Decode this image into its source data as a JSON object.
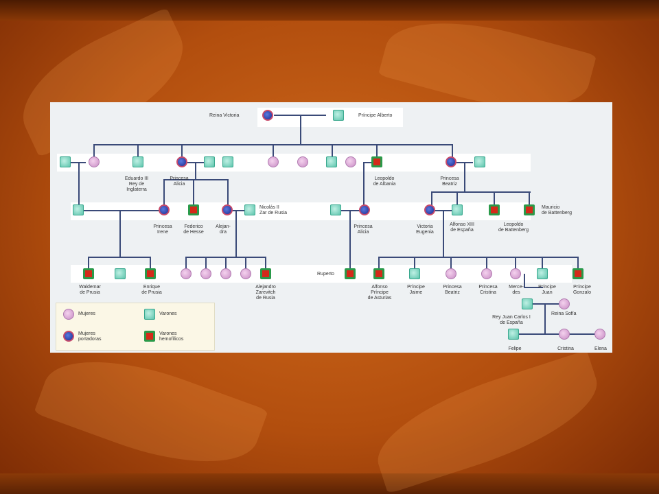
{
  "colors": {
    "background": "#b24e0e",
    "panel": "#eef1f3",
    "line": "#3a4a78",
    "female": "#d8a6d4",
    "carrier": "#2a3aa8",
    "male": "#7ed8c2",
    "hemophiliac": "#d42a1a"
  },
  "icons": {
    "female": "pink-circle",
    "carrier": "blue-circle-red-ring",
    "male": "teal-square",
    "hemophiliac": "red-square-green-border"
  },
  "people": {
    "victoria": "Reina Victoria",
    "alberto": "Príncipe Alberto",
    "eduardo": "Eduardo III\nRey de\nInglaterra",
    "alicia1": "Princesa\nAlicia",
    "leopoldo_albania": "Leopoldo\nde Albania",
    "beatriz1": "Princesa\nBeatriz",
    "irene": "Princesa\nIrene",
    "federico": "Federico\nde Hesse",
    "alejandra": "Alejan-\ndra",
    "nicolas": "Nicolás II\nZar de Rusia",
    "alicia2": "Princesa\nAlicia",
    "victoria_eugenia": "Victoria\nEugenia",
    "alfonso13": "Alfonso XIII\nde España",
    "leopoldo_batt": "Leopoldo\nde Battenberg",
    "mauricio": "Mauricio\nde Battenberg",
    "waldemar": "Waldemar\nde Prusia",
    "enrique": "Enrique\nde Prusia",
    "alejandro": "Alejandro\nZarevitch\nde Rusia",
    "ruperto": "Ruperto",
    "alfonso": "Alfonso\nPríncipe\nde Asturias",
    "jaime": "Príncipe\nJaime",
    "beatriz2": "Princesa\nBeatriz",
    "cristina1": "Princesa\nCristina",
    "mercedes": "Merce-\ndes",
    "juan": "Príncipe\nJuan",
    "gonzalo": "Príncipe\nGonzalo",
    "juan_carlos": "Rey Juan Carlos I\nde España",
    "sofia": "Reina Sofía",
    "felipe": "Felipe",
    "cristina2": "Cristina",
    "elena": "Elena"
  },
  "legend": {
    "female": "Mujeres",
    "carrier": "Mujeres\nportadoras",
    "male": "Varones",
    "hemophiliac": "Varones\nhemofílicos"
  }
}
